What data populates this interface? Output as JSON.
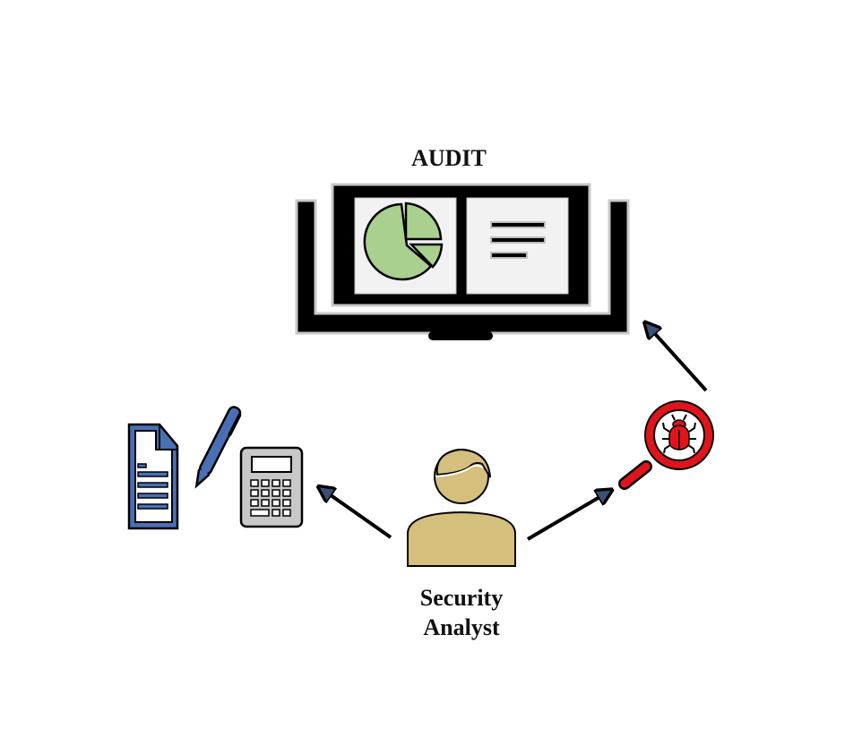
{
  "diagram": {
    "title": "AUDIT",
    "analyst_label_line1": "Security",
    "analyst_label_line2": "Analyst",
    "nodes": [
      {
        "id": "audit-dashboard",
        "icon": "laptop-report-icon",
        "label": "AUDIT"
      },
      {
        "id": "security-analyst",
        "icon": "person-icon",
        "label": "Security Analyst"
      },
      {
        "id": "bug-scan",
        "icon": "magnifier-bug-icon"
      },
      {
        "id": "documentation-tools",
        "icons": [
          "document-icon",
          "pen-icon",
          "calculator-icon"
        ]
      }
    ],
    "edges": [
      {
        "from": "security-analyst",
        "to": "documentation-tools"
      },
      {
        "from": "security-analyst",
        "to": "bug-scan"
      },
      {
        "from": "bug-scan",
        "to": "audit-dashboard"
      }
    ],
    "colors": {
      "pie_green": "#a9d08e",
      "doc_blue": "#4a6fb5",
      "calc_gray": "#c8c8c8",
      "bug_red": "#e0141b",
      "person_tan": "#d4bf7d",
      "arrow_head": "#3c4f75"
    }
  }
}
